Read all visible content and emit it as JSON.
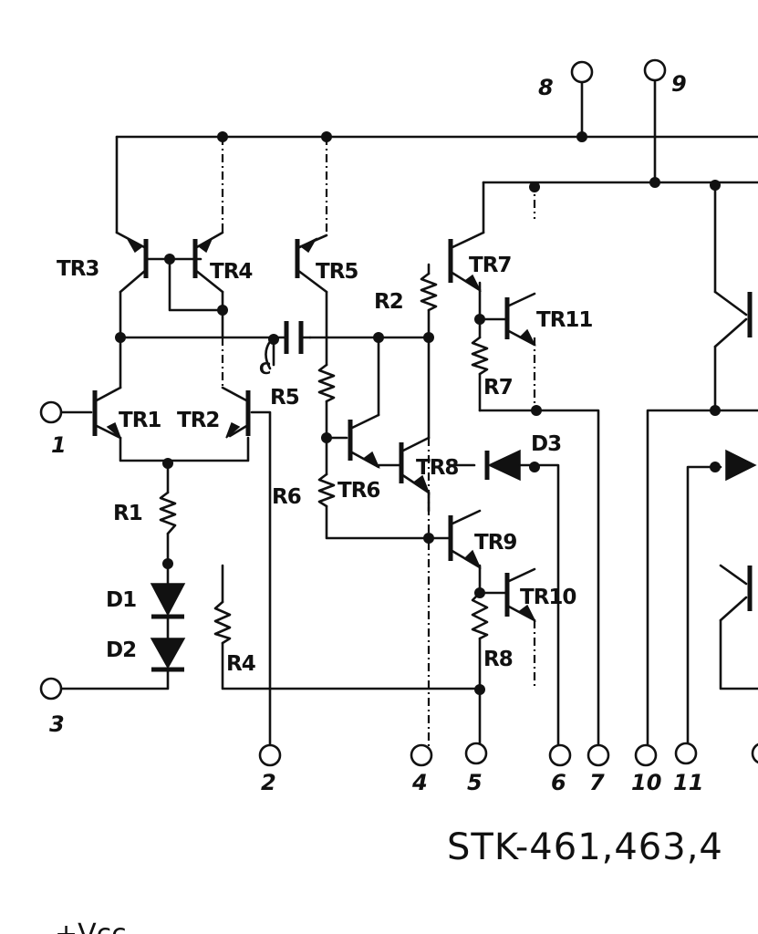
{
  "title": "STK-461,463,4",
  "supply_label": "+Vcc",
  "transistors": [
    "TR1",
    "TR2",
    "TR3",
    "TR4",
    "TR5",
    "TR6",
    "TR7",
    "TR8",
    "TR9",
    "TR10",
    "TR11"
  ],
  "resistors": [
    "R1",
    "R2",
    "R4",
    "R5",
    "R6",
    "R7",
    "R8"
  ],
  "diodes": [
    "D1",
    "D2",
    "D3"
  ],
  "capacitors": [
    "C"
  ],
  "pins": [
    "1",
    "2",
    "3",
    "4",
    "5",
    "6",
    "7",
    "8",
    "9",
    "10",
    "11"
  ]
}
